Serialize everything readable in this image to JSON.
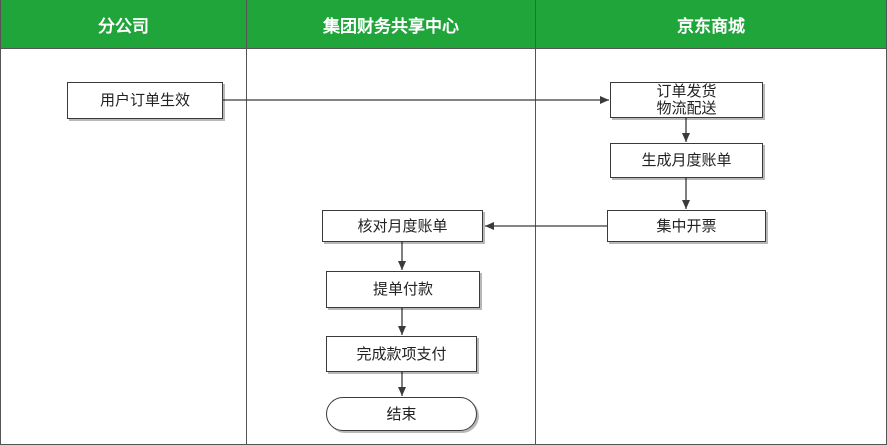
{
  "colors": {
    "header_bg": "#1fa53a",
    "header_text": "#ffffff",
    "line": "#3a3a3a"
  },
  "lanes": [
    {
      "id": "branch",
      "title": "分公司"
    },
    {
      "id": "finance",
      "title": "集团财务共享中心"
    },
    {
      "id": "jd",
      "title": "京东商城"
    }
  ],
  "nodes": {
    "order_effective": "用户订单生效",
    "ship_line1": "订单发货",
    "ship_line2": "物流配送",
    "gen_bill": "生成月度账单",
    "invoice": "集中开票",
    "verify_bill": "核对月度账单",
    "submit_pay": "提单付款",
    "complete_pay": "完成款项支付",
    "end": "结束"
  }
}
